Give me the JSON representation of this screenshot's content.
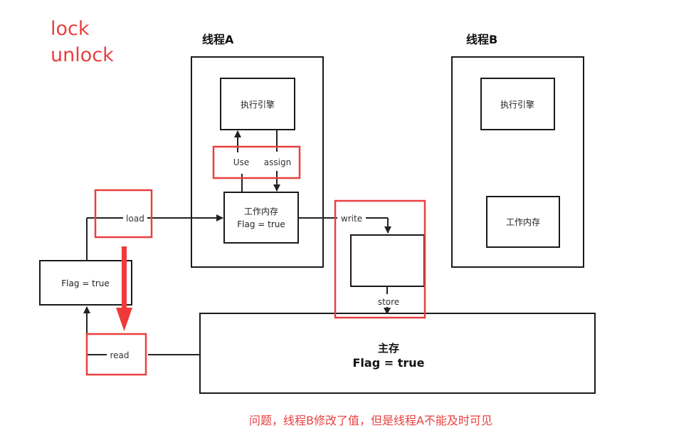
{
  "notes": {
    "lock": "lock",
    "unlock": "unlock"
  },
  "threads": {
    "a": {
      "title": "线程A",
      "engine_label": "执行引擎",
      "working_memory_label": "工作内存",
      "working_memory_value": "Flag = true"
    },
    "b": {
      "title": "线程B",
      "engine_label": "执行引擎",
      "working_memory_label": "工作内存"
    }
  },
  "operations": {
    "use": "Use",
    "assign": "assign",
    "load": "load",
    "read": "read",
    "write": "write",
    "store": "store"
  },
  "buffer": {
    "flag_value": "Flag = true"
  },
  "main_memory": {
    "title": "主存",
    "value": "Flag = true"
  },
  "caption": "问题，线程B修改了值，但是线程A不能及时可见",
  "colors": {
    "highlight": "#e8403f",
    "line": "#222222",
    "box_border": "#1a1a1a",
    "arrow_fill": "#f03a3a"
  }
}
